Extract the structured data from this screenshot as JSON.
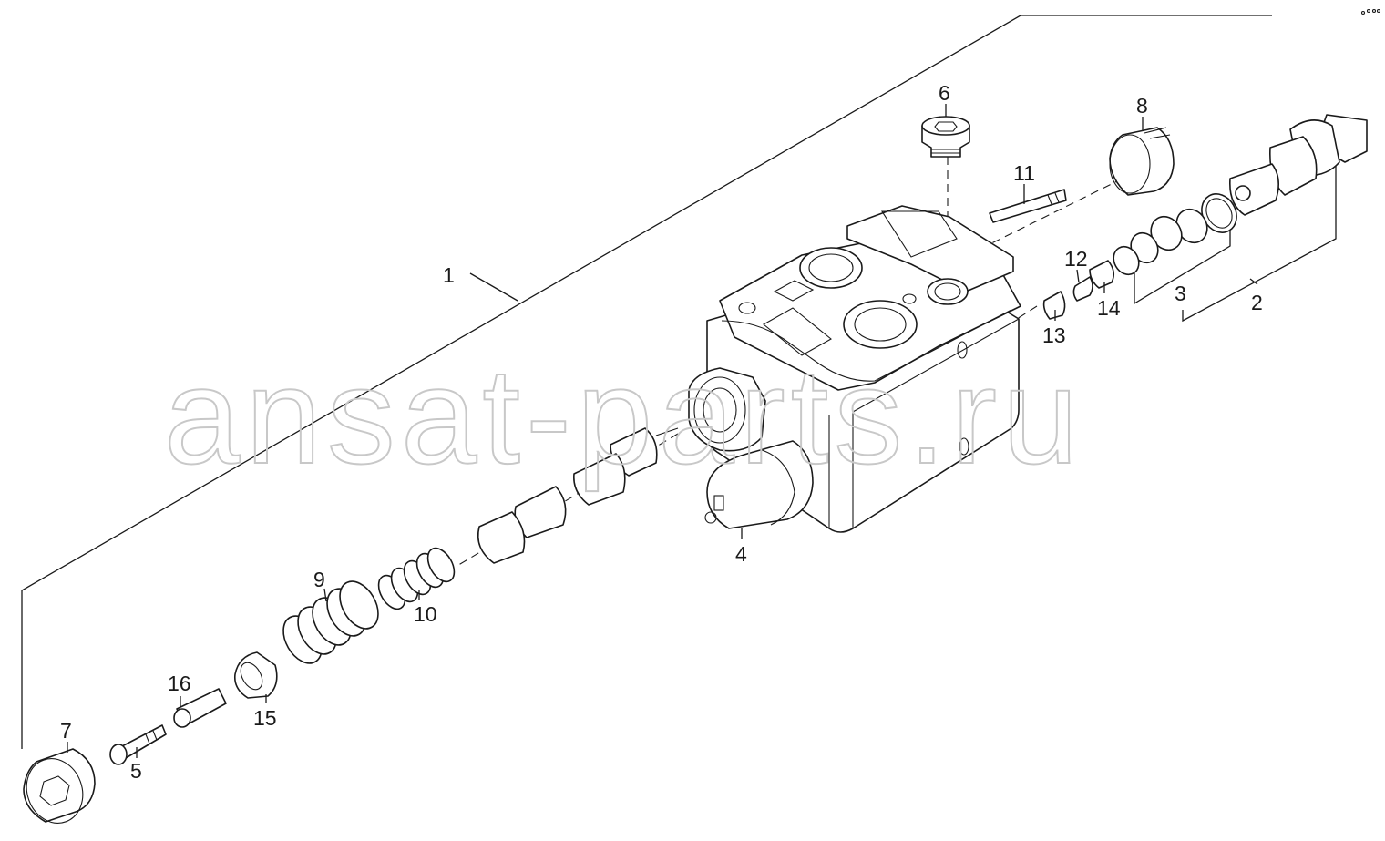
{
  "watermark": "ansat-parts.ru",
  "callouts": {
    "c1": "1",
    "c2": "2",
    "c3": "3",
    "c4": "4",
    "c5": "5",
    "c6": "6",
    "c7": "7",
    "c8": "8",
    "c9": "9",
    "c10": "10",
    "c11": "11",
    "c12": "12",
    "c13": "13",
    "c14": "14",
    "c15": "15",
    "c16": "16"
  }
}
